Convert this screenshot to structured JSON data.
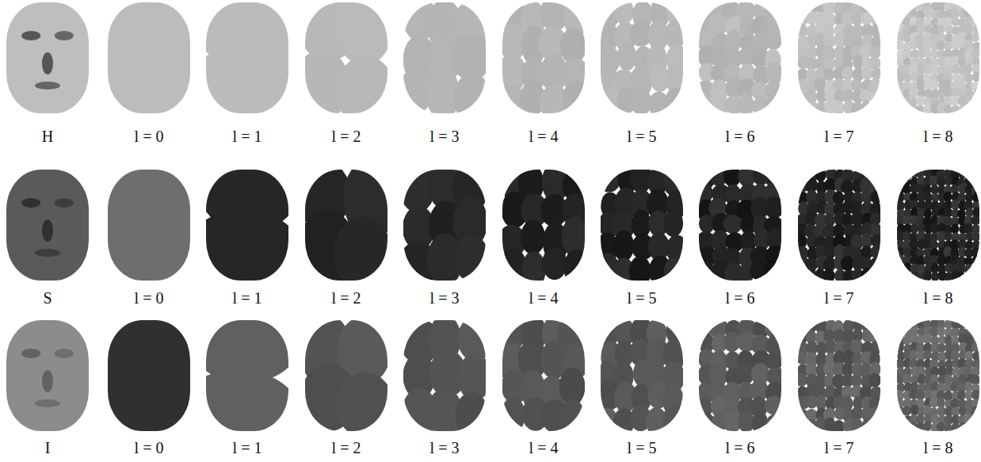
{
  "diagram": {
    "labels": [
      "H",
      "l = 0",
      "l = 1",
      "l = 2",
      "l = 3",
      "l = 4",
      "l = 5",
      "l = 6",
      "l = 7",
      "l = 8",
      "S",
      "l = 0",
      "l = 1",
      "l = 2",
      "l = 3",
      "l = 4",
      "l = 5",
      "l = 6",
      "l = 7",
      "l = 8",
      "I",
      "l = 0",
      "l = 1",
      "l = 2",
      "l = 3",
      "l = 4",
      "l = 5",
      "l = 6",
      "l = 7",
      "l = 8"
    ]
  }
}
